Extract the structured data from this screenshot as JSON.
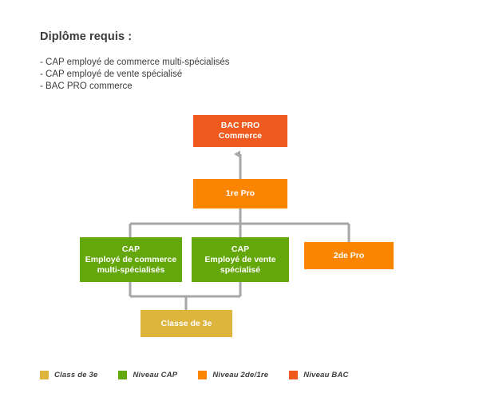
{
  "header": {
    "title": "Diplôme requis :",
    "requirements": [
      "- CAP employé de commerce multi-spécialisés",
      "- CAP employé de vente spécialisé",
      "- BAC PRO commerce"
    ]
  },
  "diagram": {
    "nodes": [
      {
        "id": "bac-pro-commerce",
        "label": "BAC PRO\nCommerce",
        "color": "#ef5a1e",
        "level": "Niveau BAC"
      },
      {
        "id": "1re-pro",
        "label": "1re Pro",
        "color": "#fb8500",
        "level": "Niveau 2de/1re"
      },
      {
        "id": "cap-commerce",
        "label": "CAP\nEmployé de commerce\nmulti-spécialisés",
        "color": "#64a70b",
        "level": "Niveau CAP"
      },
      {
        "id": "cap-vente",
        "label": "CAP\nEmployé de vente\nspécialisé",
        "color": "#64a70b",
        "level": "Niveau CAP"
      },
      {
        "id": "2de-pro",
        "label": "2de Pro",
        "color": "#fb8500",
        "level": "Niveau 2de/1re"
      },
      {
        "id": "classe-3e",
        "label": "Classe de 3e",
        "color": "#ddb43c",
        "level": "Class de 3e"
      }
    ],
    "connector_color": "#a6a6a6"
  },
  "legend": {
    "items": [
      {
        "label": "Class de 3e",
        "color": "#ddb43c"
      },
      {
        "label": "Niveau CAP",
        "color": "#64a70b"
      },
      {
        "label": "Niveau 2de/1re",
        "color": "#fb8500"
      },
      {
        "label": "Niveau BAC",
        "color": "#ef5a1e"
      }
    ]
  }
}
